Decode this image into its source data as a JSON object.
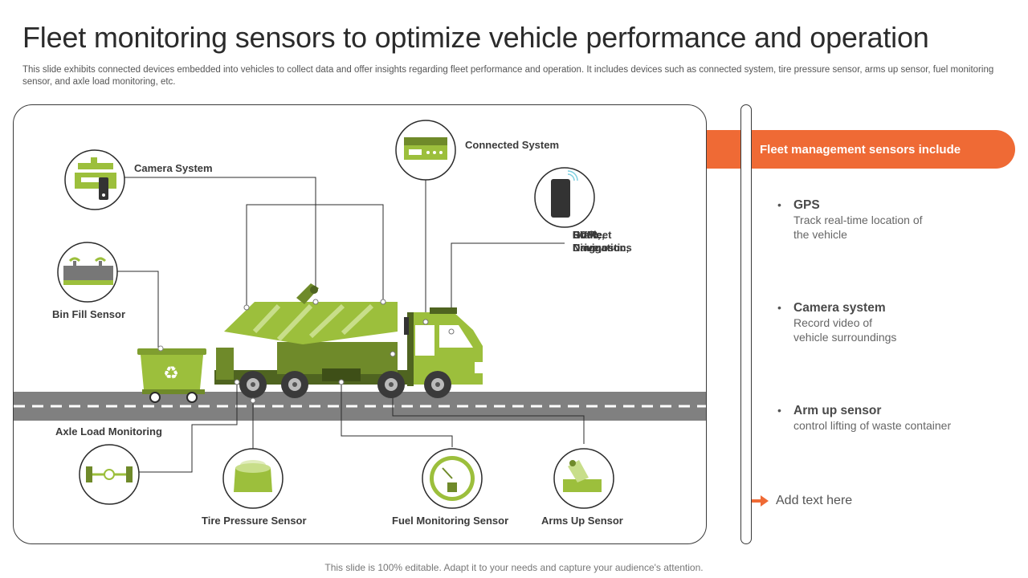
{
  "slide": {
    "title": "Fleet monitoring sensors to optimize vehicle performance and operation",
    "subtitle": "This slide exhibits connected devices embedded into vehicles to collect data and offer insights regarding fleet performance and operation. It includes devices such as connected system, tire pressure sensor, arms up sensor, fuel monitoring sensor, and axle load monitoring, etc.",
    "footer": "This slide is 100% editable. Adapt it to your needs and capture your audience's attention."
  },
  "diagram": {
    "camera_system": "Camera System",
    "connected_system": "Connected System",
    "gofleet": [
      "GoFleet Drive,",
      "DVIR,",
      "Route Navigation,",
      "Brake,",
      "ECM Diagnostics"
    ],
    "bin_fill_sensor": "Bin Fill Sensor",
    "axle_load_monitoring": "Axle Load Monitoring",
    "tire_pressure_sensor": "Tire Pressure Sensor",
    "fuel_monitoring_sensor": "Fuel Monitoring Sensor",
    "arms_up_sensor": "Arms Up Sensor"
  },
  "side": {
    "banner": "Fleet management sensors include",
    "items": [
      {
        "head": "GPS",
        "desc1": "Track real-time location of",
        "desc2": "the vehicle"
      },
      {
        "head": "Camera system",
        "desc1": "Record video of",
        "desc2": "vehicle surroundings"
      },
      {
        "head": "Arm up sensor",
        "desc1": "control lifting of waste container",
        "desc2": ""
      }
    ],
    "add_text": "Add text here"
  },
  "colors": {
    "accent": "#ef6a35",
    "green_light": "#9cbf3c",
    "green_dark": "#6f8a2a",
    "road": "#7f7f7f"
  }
}
